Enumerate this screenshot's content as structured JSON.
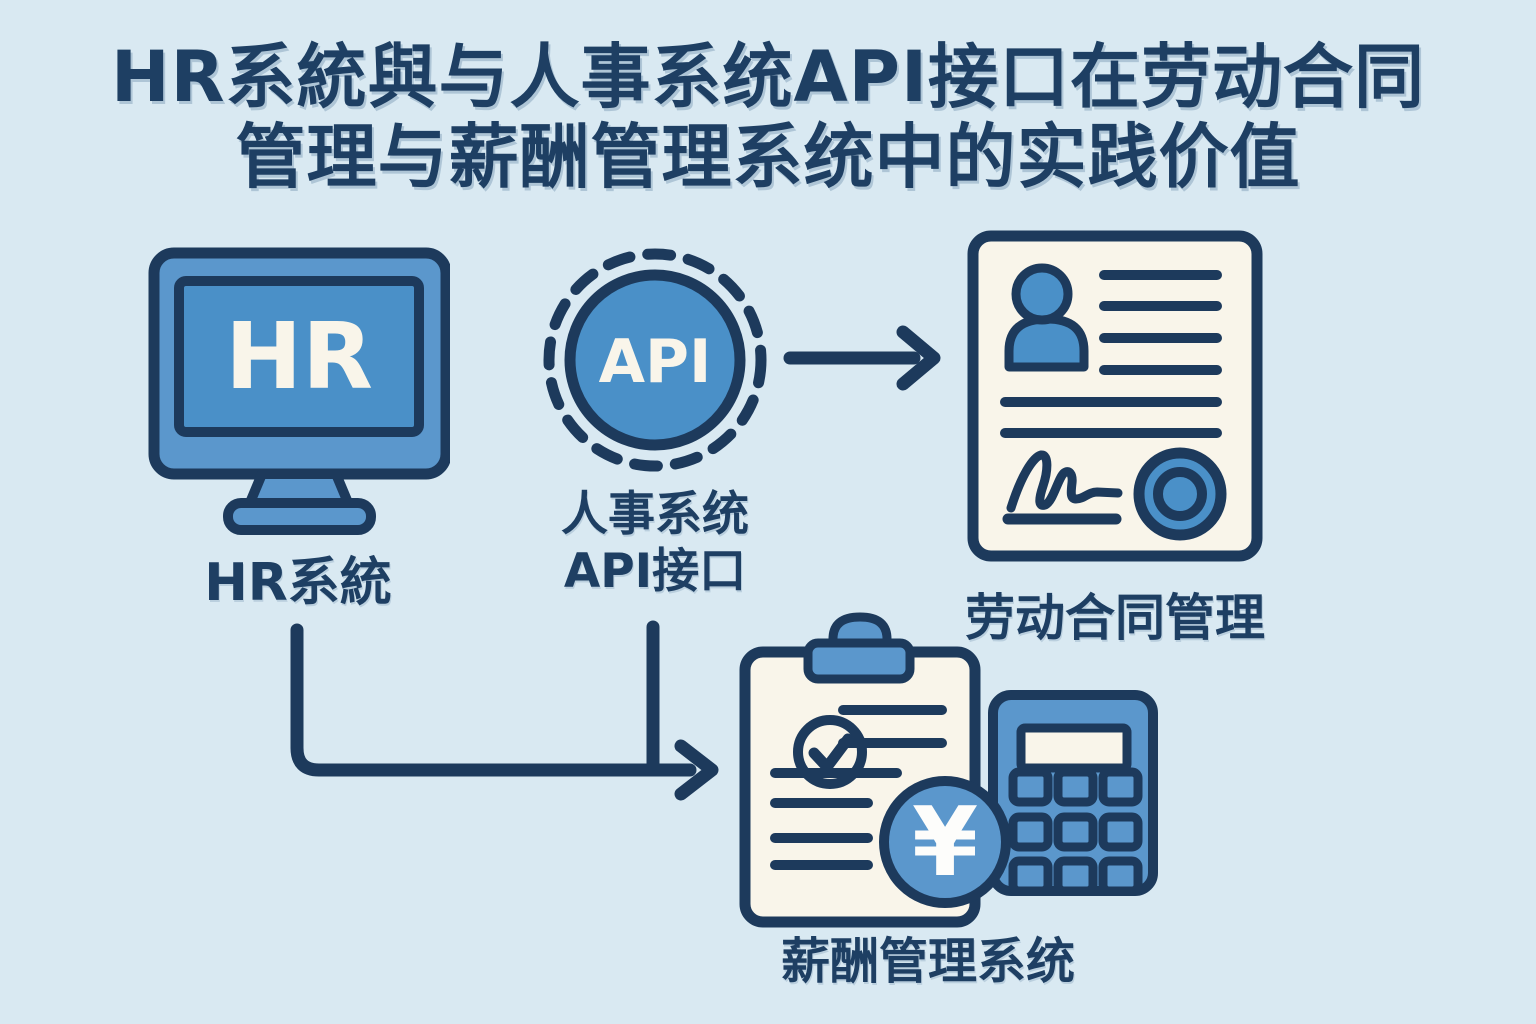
{
  "title": {
    "line1": "HR系統與与人事系统API接口在劳动合同",
    "line2": "管理与薪酬管理系统中的实践价值"
  },
  "nodes": {
    "hr_system": {
      "icon": "computer-monitor-icon",
      "screen_text": "HR",
      "label": "HR系統"
    },
    "api": {
      "icon": "api-dashed-circle-icon",
      "badge_text": "API",
      "label_line1": "人事系统",
      "label_line2": "API接口"
    },
    "contract": {
      "icon": "contract-document-icon",
      "label": "劳动合同管理"
    },
    "payroll": {
      "icons": [
        "clipboard-checklist-icon",
        "yen-coin-icon",
        "calculator-icon"
      ],
      "currency_symbol": "¥",
      "label": "薪酬管理系统"
    }
  },
  "connectors": {
    "api_to_contract": "arrow-right",
    "hr_and_api_to_payroll": "elbow-arrow-right"
  },
  "colors": {
    "background": "#d9e9f2",
    "navy": "#1d3a5c",
    "text-navy": "#1e3f63",
    "mid-blue": "#5b97cc",
    "screen-blue": "#4a90c8",
    "cream": "#f9f5ea",
    "white": "#fdfdfb"
  }
}
